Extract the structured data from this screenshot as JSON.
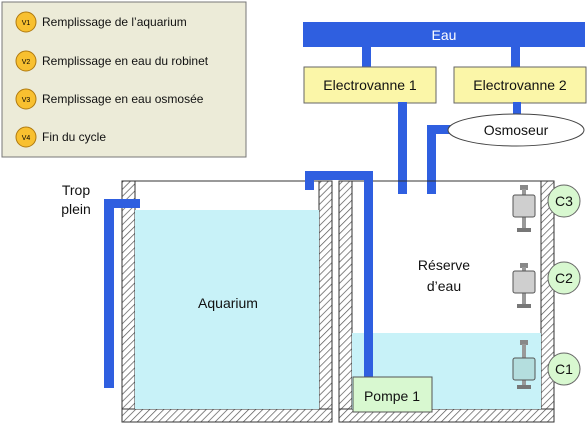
{
  "legend": {
    "items": [
      {
        "badge": "V1",
        "label": "Remplissage de l’aquarium"
      },
      {
        "badge": "V2",
        "label": "Remplissage en eau du robinet"
      },
      {
        "badge": "V3",
        "label": "Remplissage en eau osmosée"
      },
      {
        "badge": "V4",
        "label": "Fin du cycle"
      }
    ]
  },
  "eau_label": "Eau",
  "valve1_label": "Electrovanne 1",
  "valve2_label": "Electrovanne 2",
  "osmoseur_label": "Osmoseur",
  "trop_plein": {
    "line1": "Trop",
    "line2": "plein"
  },
  "aquarium_label": "Aquarium",
  "reserve": {
    "line1": "Réserve",
    "line2": "d’eau"
  },
  "pump_label": "Pompe 1",
  "sensors": {
    "c1": "C1",
    "c2": "C2",
    "c3": "C3"
  },
  "colors": {
    "pipe": "#2f5fe0",
    "water": "#c8f2f8",
    "valve_fill": "#fbf6a8",
    "sensor_fill": "#d8f8d0",
    "badge_fill": "#f8c030",
    "legend_fill": "#ecebd8"
  }
}
